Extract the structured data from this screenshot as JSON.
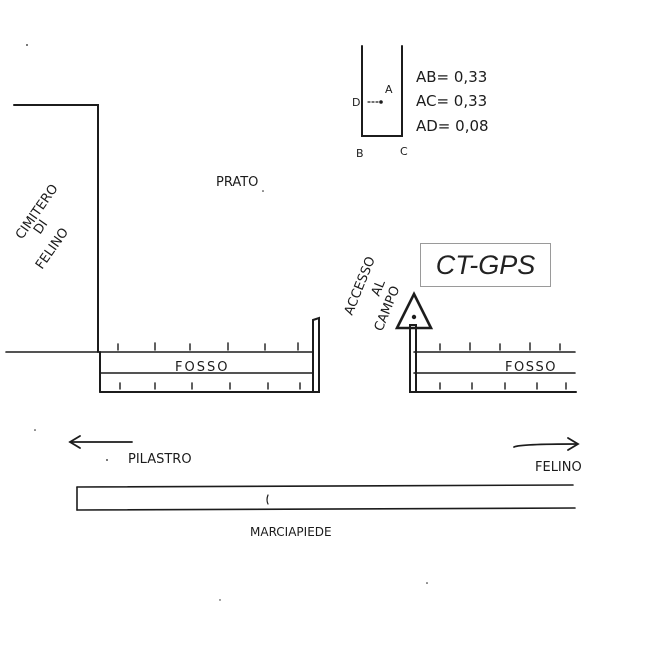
{
  "diagram": {
    "labels": {
      "cemetery_line1": "CIMITERO",
      "cemetery_line2": "DI",
      "cemetery_line3": "FELINO",
      "meadow": "PRATO",
      "ditch_left": "FOSSO",
      "ditch_right": "FOSSO",
      "access_line1": "ACCESSO",
      "access_line2": "AL",
      "access_line3": "CAMPO",
      "direction_left": "PILASTRO",
      "direction_right": "FELINO",
      "sidewalk": "MARCIAPIEDE"
    },
    "legend": {
      "point_a": "A",
      "point_b": "B",
      "point_c": "C",
      "point_d": "D",
      "ab": "AB= 0,33",
      "ac": "AC= 0,33",
      "ad": "AD= 0,08"
    },
    "station_label": "CT-GPS"
  },
  "colors": {
    "ink": "#1c1c1c",
    "background": "#ffffff",
    "box_border": "#9a9a9a"
  }
}
